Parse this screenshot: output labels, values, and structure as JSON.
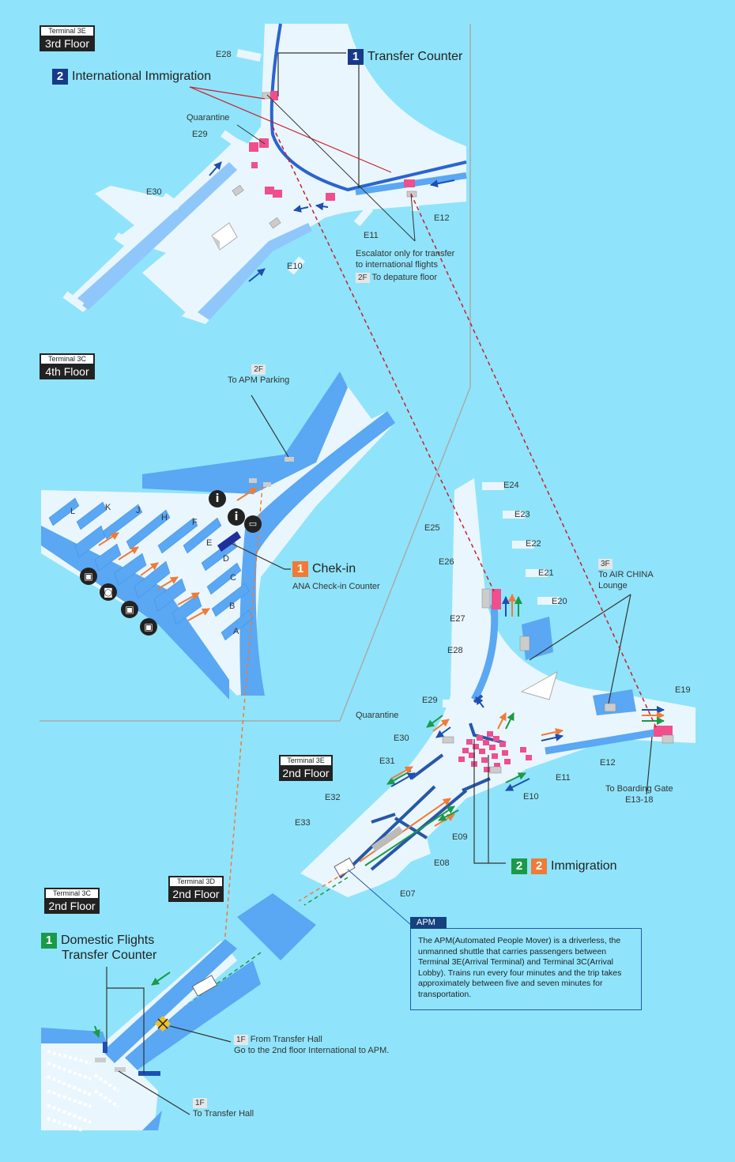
{
  "floors": {
    "t3e_3f": {
      "terminal": "Terminal 3E",
      "floor": "3rd Floor"
    },
    "t3c_4f": {
      "terminal": "Terminal 3C",
      "floor": "4th Floor"
    },
    "t3e_2f": {
      "terminal": "Terminal 3E",
      "floor": "2nd Floor"
    },
    "t3d_2f": {
      "terminal": "Terminal 3D",
      "floor": "2nd Floor"
    },
    "t3c_2f": {
      "terminal": "Terminal 3C",
      "floor": "2nd Floor"
    }
  },
  "callouts": {
    "transfer_counter": {
      "num": "1",
      "text": "Transfer Counter"
    },
    "intl_immigration": {
      "num": "2",
      "text": "International Immigration"
    },
    "checkin": {
      "num": "1",
      "text": "Chek-in",
      "sub": "ANA Check-in Counter"
    },
    "immigration": {
      "num_a": "2",
      "num_b": "2",
      "text": "Immigration"
    },
    "domestic_transfer": {
      "num": "1",
      "line1": "Domestic Flights",
      "line2": "Transfer Counter"
    }
  },
  "labels": {
    "quarantine": "Quarantine",
    "escalator_note_1": "Escalator only for transfer",
    "escalator_note_2": "to international flights",
    "to_departure_tag": "2F",
    "to_departure": "To depature floor",
    "apm_parking_tag": "2F",
    "apm_parking": "To APM Parking",
    "air_china_tag": "3F",
    "air_china_1": "To AIR CHINA",
    "air_china_2": "Lounge",
    "boarding_1": "To Boarding Gate",
    "boarding_2": "E13-18",
    "from_transfer_tag": "1F",
    "from_transfer_1": "From Transfer Hall",
    "from_transfer_2": "Go to the 2nd floor International to APM.",
    "to_transfer_tag": "1F",
    "to_transfer": "To Transfer Hall"
  },
  "gates_top": [
    "E28",
    "E29",
    "E30",
    "E11",
    "E12",
    "E10"
  ],
  "gates_mid": [
    "E24",
    "E23",
    "E25",
    "E22",
    "E26",
    "E21",
    "E20",
    "E27",
    "E28",
    "E29",
    "E19",
    "E30",
    "E31",
    "E12",
    "E11",
    "E32",
    "E10",
    "E33",
    "E09",
    "E08",
    "E07"
  ],
  "counters": [
    "L",
    "K",
    "J",
    "H",
    "F",
    "E",
    "D",
    "C",
    "B",
    "A"
  ],
  "apm": {
    "title": "APM",
    "text": "The APM(Automated People Mover) is a driverless, the unmanned shuttle that carries passengers between Terminal 3E(Arrival Terminal) and Terminal 3C(Arrival Lobby). Trains run every four minutes and the trip takes approximately between five and seven minutes for transportation."
  },
  "icons": [
    "info-icon",
    "bus-icon",
    "taxi-icon",
    "escalator-icon",
    "apm-train-icon",
    "ana-logo-icon"
  ],
  "colors": {
    "background": "#8fe4fb",
    "floor": "#eaf6fd",
    "wall": "#5aa7f3",
    "navy": "#173a8a",
    "green": "#1a9a48",
    "orange": "#f07b36",
    "pink": "#ef4f8d",
    "route_red": "#c8202c"
  }
}
